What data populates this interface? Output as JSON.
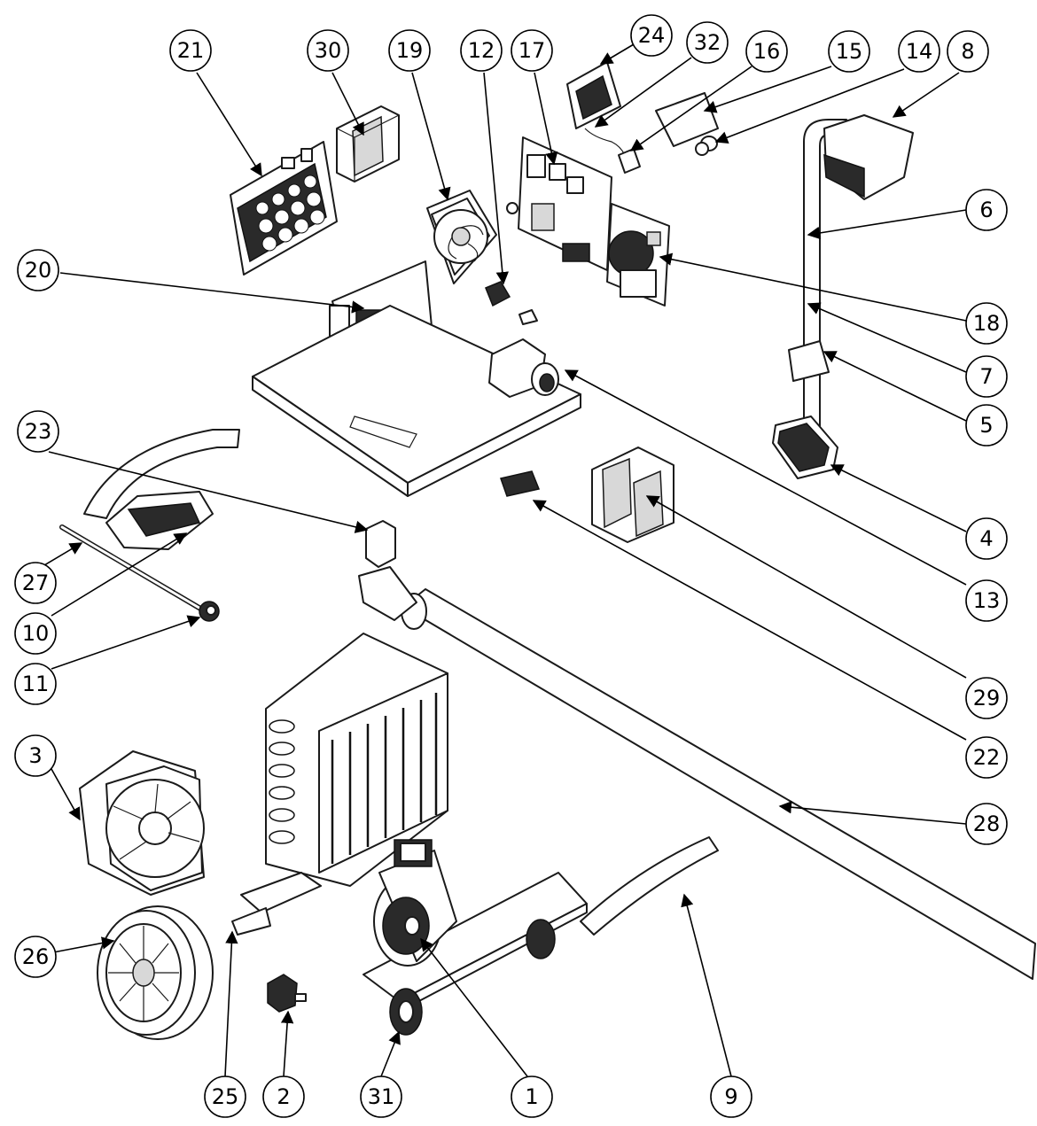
{
  "diagram": {
    "callouts": [
      {
        "id": "c21",
        "label": "21"
      },
      {
        "id": "c30",
        "label": "30"
      },
      {
        "id": "c19",
        "label": "19"
      },
      {
        "id": "c12",
        "label": "12"
      },
      {
        "id": "c17",
        "label": "17"
      },
      {
        "id": "c24",
        "label": "24"
      },
      {
        "id": "c32",
        "label": "32"
      },
      {
        "id": "c16",
        "label": "16"
      },
      {
        "id": "c15",
        "label": "15"
      },
      {
        "id": "c14",
        "label": "14"
      },
      {
        "id": "c8",
        "label": "8"
      },
      {
        "id": "c6",
        "label": "6"
      },
      {
        "id": "c20",
        "label": "20"
      },
      {
        "id": "c18",
        "label": "18"
      },
      {
        "id": "c7",
        "label": "7"
      },
      {
        "id": "c5",
        "label": "5"
      },
      {
        "id": "c23",
        "label": "23"
      },
      {
        "id": "c4",
        "label": "4"
      },
      {
        "id": "c27",
        "label": "27"
      },
      {
        "id": "c13",
        "label": "13"
      },
      {
        "id": "c10",
        "label": "10"
      },
      {
        "id": "c11",
        "label": "11"
      },
      {
        "id": "c29",
        "label": "29"
      },
      {
        "id": "c3",
        "label": "3"
      },
      {
        "id": "c22",
        "label": "22"
      },
      {
        "id": "c28",
        "label": "28"
      },
      {
        "id": "c26",
        "label": "26"
      },
      {
        "id": "c25",
        "label": "25"
      },
      {
        "id": "c2",
        "label": "2"
      },
      {
        "id": "c31",
        "label": "31"
      },
      {
        "id": "c1",
        "label": "1"
      },
      {
        "id": "c9",
        "label": "9"
      }
    ]
  }
}
